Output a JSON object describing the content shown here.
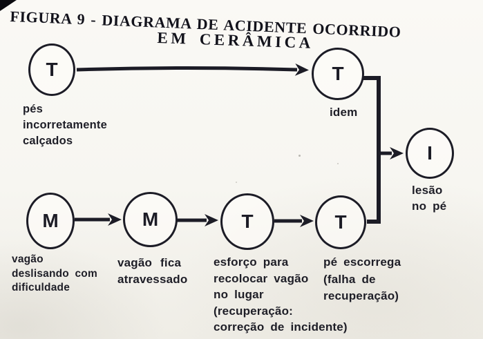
{
  "figure": {
    "title_line1": "FIGURA 9 - DIAGRAMA DE ACIDENTE OCORRIDO",
    "title_line2": "EM CERÂMICA"
  },
  "nodes": {
    "t1": {
      "symbol": "T",
      "label": "pés\nincorretamente\ncalçados"
    },
    "t2": {
      "symbol": "T",
      "label": "idem"
    },
    "i": {
      "symbol": "I",
      "label": "lesão\nno pé"
    },
    "m1": {
      "symbol": "M",
      "label": "vagão\ndeslisando com\ndificuldade"
    },
    "m2": {
      "symbol": "M",
      "label": "vagão fica\natravessado"
    },
    "t3": {
      "symbol": "T",
      "label": "esforço para\nrecolocar vagão\nno lugar\n(recuperação:\ncorreção de incidente)"
    },
    "t4": {
      "symbol": "T",
      "label": "pé escorrega\n(falha de\nrecuperação)"
    }
  },
  "colors": {
    "ink": "#1c1c26",
    "paper": "#f7f6f1"
  }
}
